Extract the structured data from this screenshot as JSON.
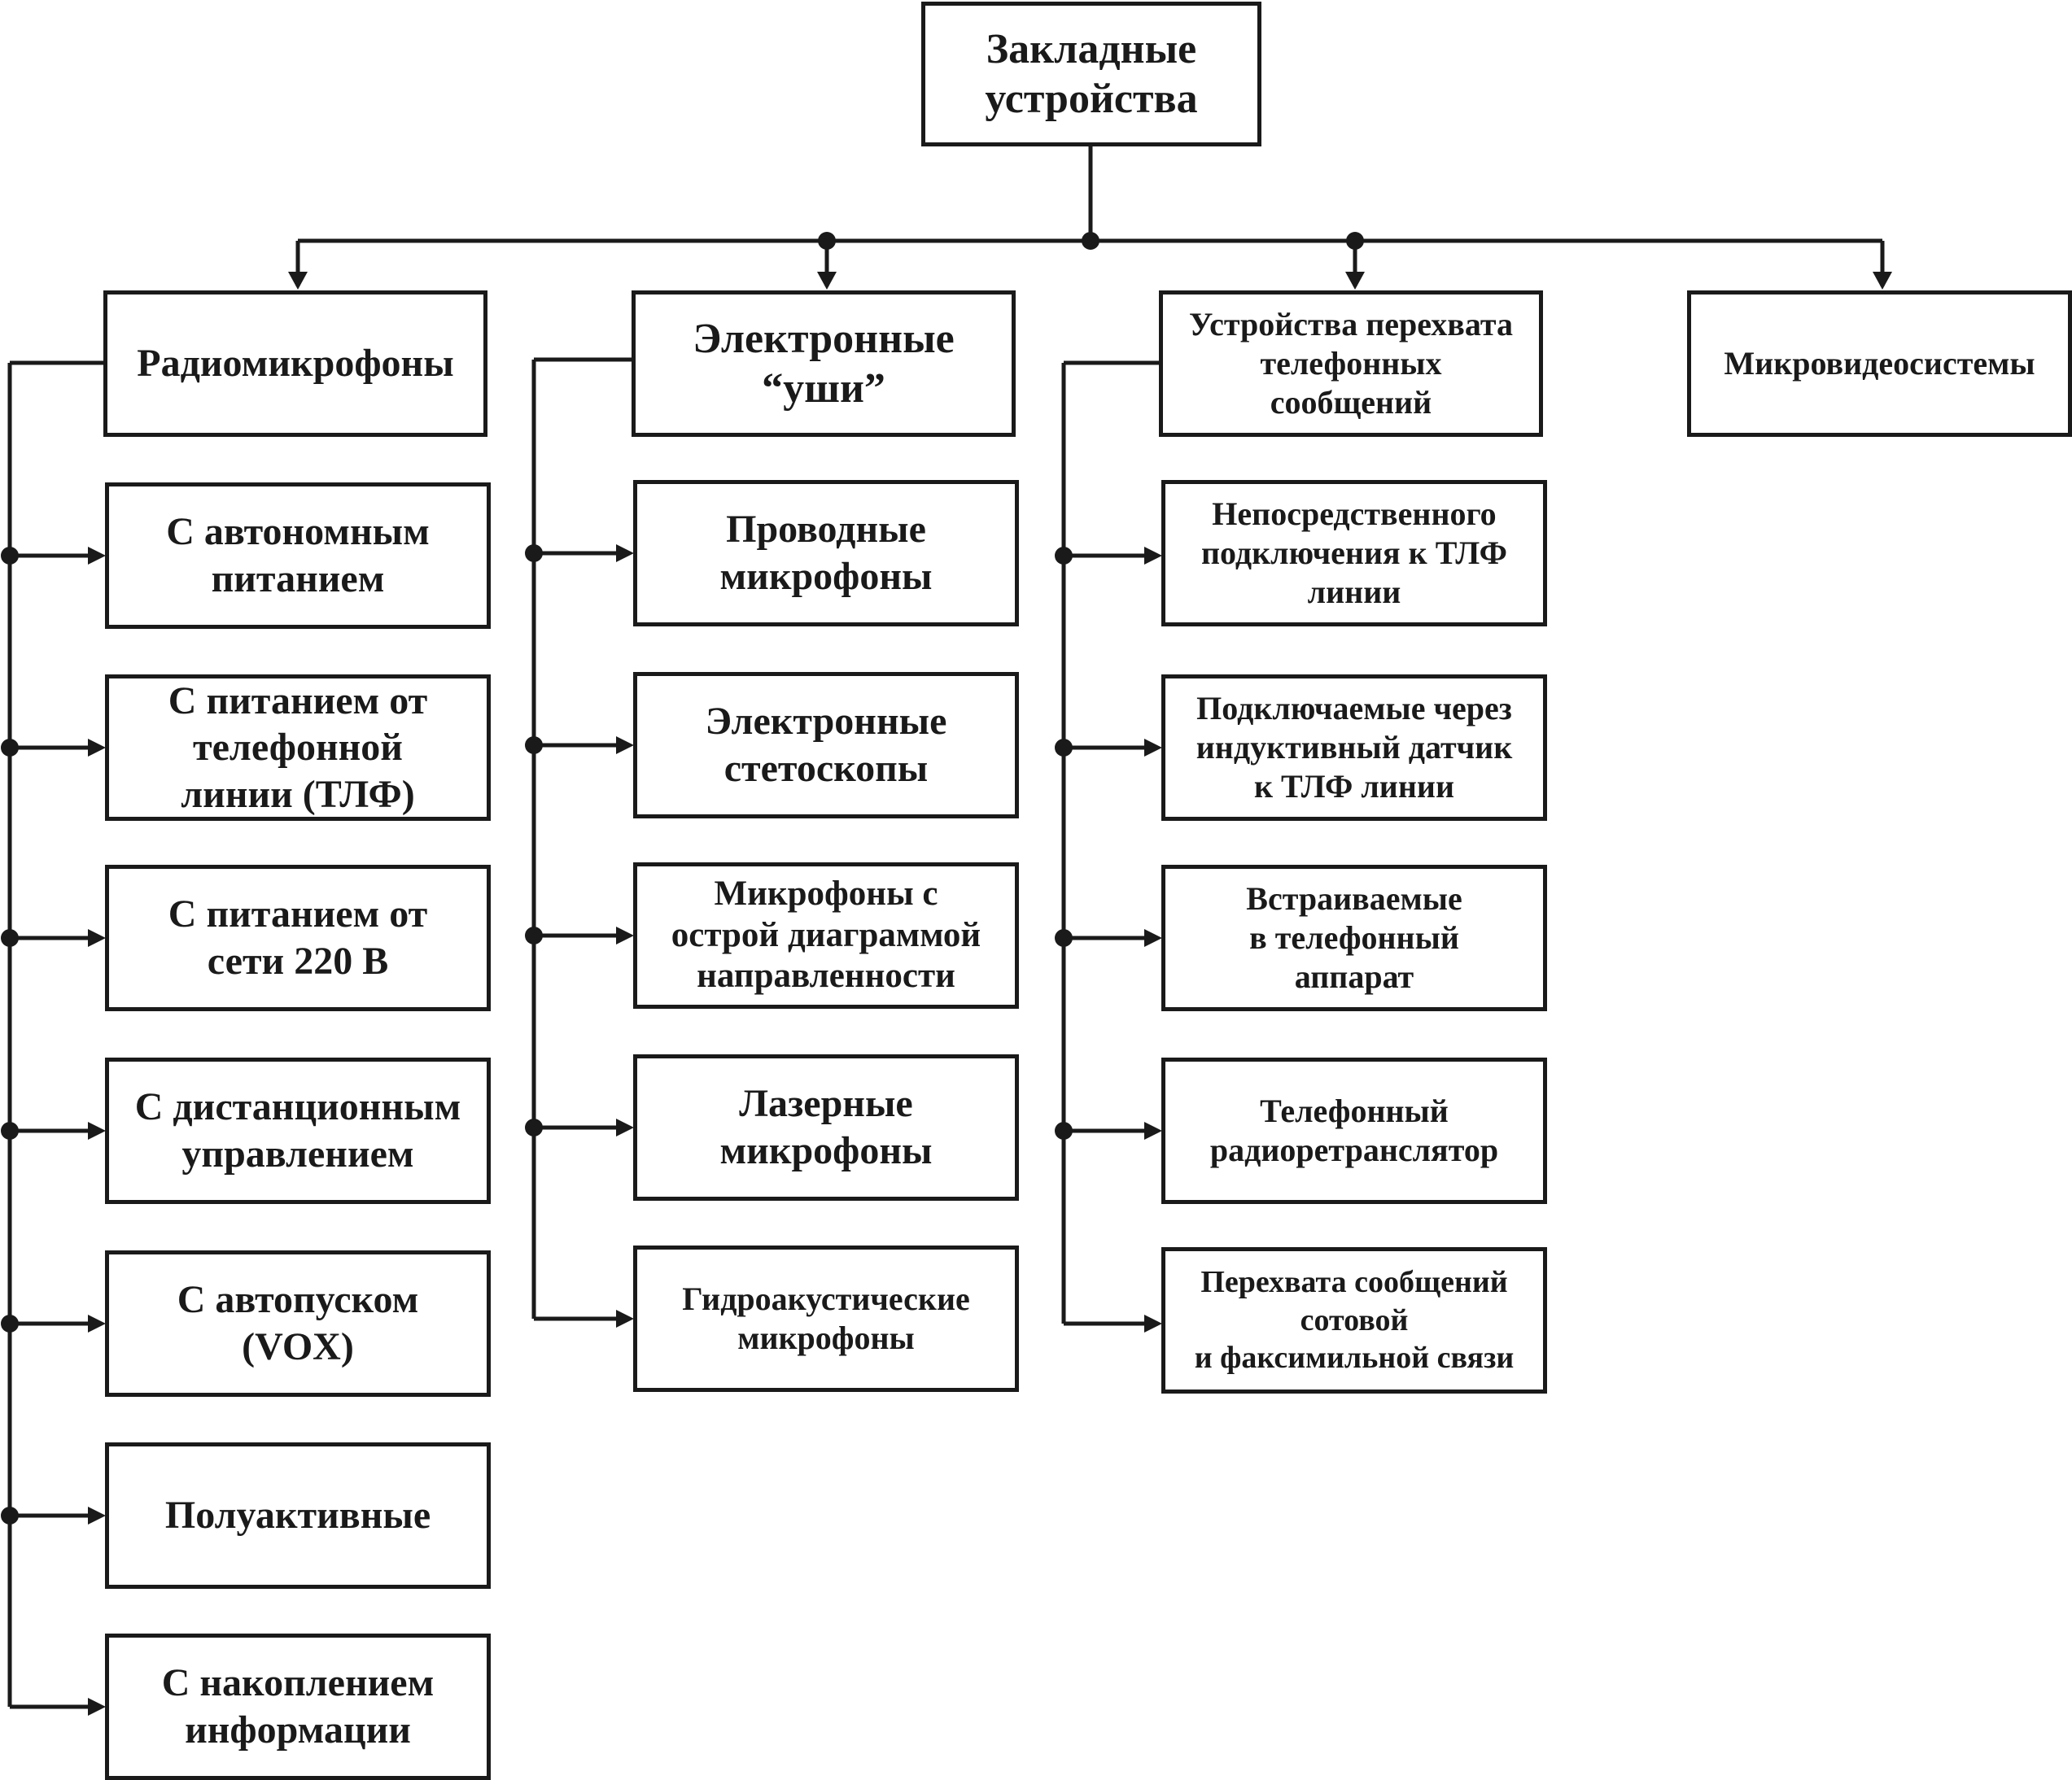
{
  "root": {
    "label": "Закладные\nустройства"
  },
  "categories": [
    {
      "label": "Радиомикрофоны",
      "items": [
        "С автономным\nпитанием",
        "С питанием от\nтелефонной\nлинии (ТЛФ)",
        "С питанием от\nсети 220 В",
        "С дистанционным\nуправлением",
        "С автопуском\n(VOX)",
        "Полуактивные",
        "С накоплением\nинформации"
      ]
    },
    {
      "label": "Электронные\n“уши”",
      "items": [
        "Проводные\nмикрофоны",
        "Электронные\nстетоскопы",
        "Микрофоны с\nострой диаграммой\nнаправленности",
        "Лазерные\nмикрофоны",
        "Гидроакустические\nмикрофоны"
      ]
    },
    {
      "label": "Устройства перехвата\nтелефонных\nсообщений",
      "items": [
        "Непосредственного\nподключения к ТЛФ\nлинии",
        "Подключаемые через\nиндуктивный датчик\nк ТЛФ линии",
        "Встраиваемые\nв телефонный\nаппарат",
        "Телефонный\nрадиоретранслятор",
        "Перехвата сообщений\nсотовой\nи факсимильной связи"
      ]
    },
    {
      "label": "Микровидеосистемы",
      "items": []
    }
  ],
  "colors": {
    "line": "#1a1a1a",
    "background": "#ffffff"
  }
}
